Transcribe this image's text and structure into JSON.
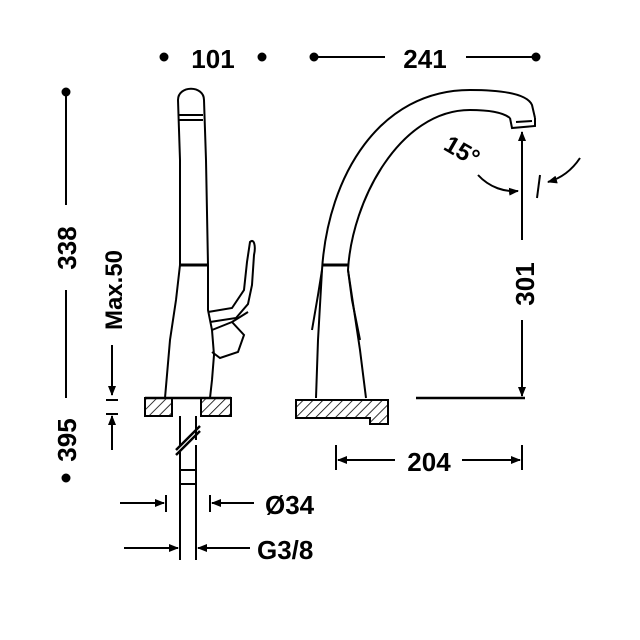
{
  "colors": {
    "ink": "#000000",
    "paper": "#ffffff"
  },
  "dimensions": {
    "top_width_side": "101",
    "top_reach": "241",
    "overall_height": "338",
    "total_height": "395",
    "max_deck": "Max.50",
    "spout_height": "301",
    "spout_angle": "15°",
    "base_reach": "204",
    "hole_diameter": "Ø34",
    "thread": "G3/8"
  }
}
